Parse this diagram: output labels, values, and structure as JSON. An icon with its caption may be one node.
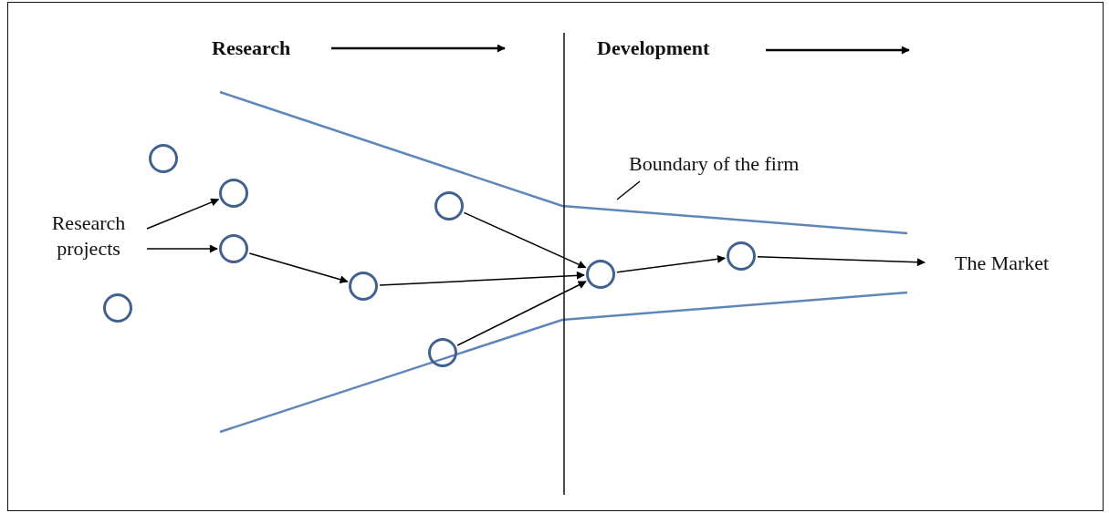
{
  "diagram": {
    "nodes": [
      {
        "text": [
          "Research projects"
        ]
      },
      {
        "text": [],
        "shape": "circle"
      },
      {
        "text": [],
        "shape": "circle"
      },
      {
        "text": [],
        "shape": "circle"
      },
      {
        "text": [],
        "shape": "circle"
      },
      {
        "text": [],
        "shape": "circle"
      },
      {
        "text": [],
        "shape": "circle"
      },
      {
        "text": [],
        "shape": "circle"
      },
      {
        "text": [],
        "shape": "circle"
      },
      {
        "text": [],
        "shape": "circle"
      },
      {
        "text": [
          "Boundary of the firm"
        ]
      },
      {
        "text": [
          "The Market"
        ]
      }
    ],
    "edges": [
      {
        "from": 0,
        "to": 3,
        "arrow": "to"
      },
      {
        "from": 0,
        "to": 4,
        "arrow": "to"
      },
      {
        "from": 4,
        "to": 5,
        "arrow": "to"
      },
      {
        "from": 5,
        "to": 8,
        "arrow": "to"
      },
      {
        "from": 7,
        "to": 8,
        "arrow": "to"
      },
      {
        "from": 6,
        "to": 8,
        "arrow": "to"
      },
      {
        "from": 8,
        "to": 9,
        "arrow": "to"
      },
      {
        "from": 9,
        "to": 11,
        "arrow": "to"
      },
      {
        "from": 10,
        "to": null,
        "arrow": "none"
      }
    ],
    "labels": [
      "Research",
      "Development"
    ]
  }
}
